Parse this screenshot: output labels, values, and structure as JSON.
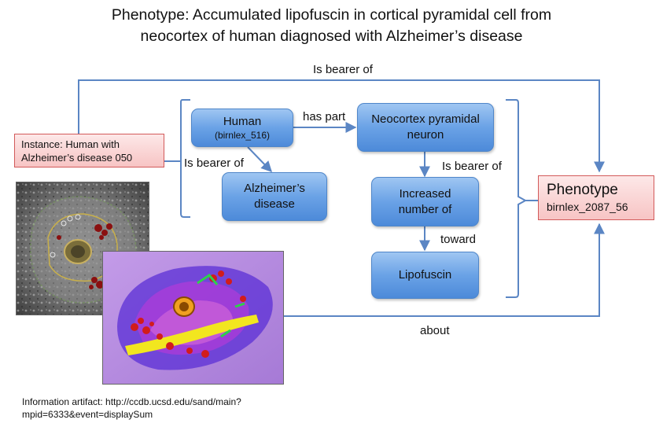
{
  "title": {
    "line1": "Phenotype:  Accumulated lipofuscin in cortical pyramidal cell from",
    "line2": "neocortex of human diagnosed with Alzheimer’s disease"
  },
  "nodes": {
    "human": {
      "label": "Human",
      "id": "(birnlex_516)"
    },
    "alzheimers": {
      "line1": "Alzheimer’s",
      "line2": "disease"
    },
    "neocortex": {
      "line1": "Neocortex pyramidal",
      "line2": "neuron"
    },
    "increased": {
      "line1": "Increased",
      "line2": "number of"
    },
    "lipofuscin": {
      "label": "Lipofuscin"
    }
  },
  "edges": {
    "is_bearer_of_top": "Is bearer of",
    "has_part": "has part",
    "is_bearer_of_left": "Is bearer of",
    "is_bearer_of_right": "Is bearer of",
    "toward": "toward",
    "about": "about"
  },
  "instance": {
    "line1": "Instance:  Human with",
    "line2": "Alzheimer’s disease 050"
  },
  "phenotype": {
    "label": "Phenotype",
    "id": "birnlex_2087_56"
  },
  "footer": {
    "line1": "Information artifact:  http://ccdb.ucsd.edu/sand/main?",
    "line2": "mpid=6333&event=displaySum"
  },
  "colors": {
    "connector": "#5b86c4",
    "node_fill": "#6aa2e6",
    "instance_fill": "#f9d4d4",
    "instance_border": "#d25a5a"
  }
}
